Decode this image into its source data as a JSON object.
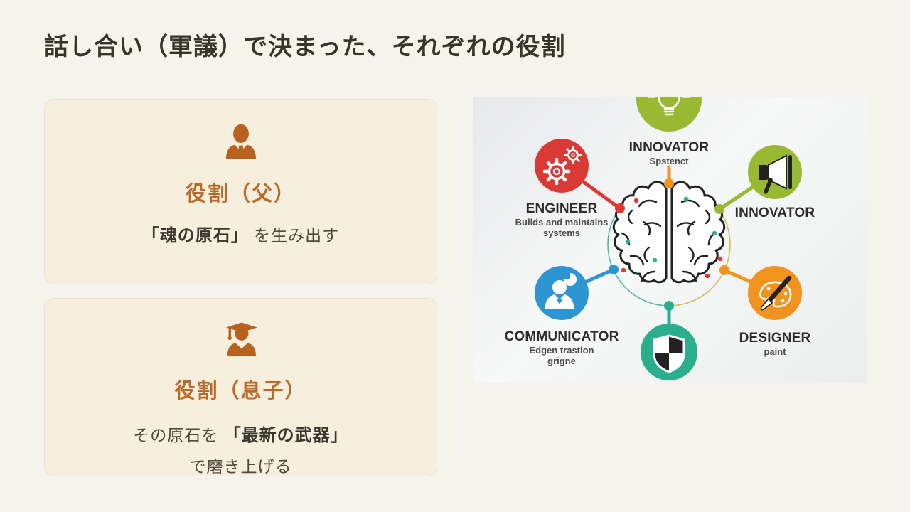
{
  "slide": {
    "title": "話し合い（軍議）で決まった、それぞれの役割"
  },
  "cards": {
    "father": {
      "heading": "役割（父）",
      "body_strong": "「魂の原石」",
      "body_rest": " を生み出す",
      "icon": "user-tie-icon"
    },
    "son": {
      "heading": "役割（息子）",
      "line1_pre": "その原石を ",
      "line1_strong": "「最新の武器」",
      "line2": "で磨き上げる",
      "icon": "graduate-icon"
    }
  },
  "infographic": {
    "top": {
      "label": "INNOVATOR",
      "sublabel": "Spstenct",
      "icon": "lightbulb-icon",
      "color": "#9ab933"
    },
    "engineer": {
      "label": "ENGINEER",
      "sub1": "Builds and maintains",
      "sub2": "systems",
      "icon": "gears-icon",
      "color": "#d93a35"
    },
    "innovator_right": {
      "label": "INNOVATOR",
      "icon": "megaphone-icon",
      "color": "#9ab933"
    },
    "communicator": {
      "label": "COMMUNICATOR",
      "sub1": "Edgen trastion",
      "sub2": "grigne",
      "icon": "support-agent-icon",
      "color": "#2d96d2"
    },
    "shield": {
      "label": "",
      "icon": "shield-icon",
      "color": "#2aae8c"
    },
    "designer": {
      "label": "DESIGNER",
      "sublabel": "paint",
      "icon": "palette-icon",
      "color": "#f0931f"
    },
    "center": {
      "icon": "brain-icon"
    }
  },
  "colors": {
    "page_bg": "#f4f4ed",
    "card_bg": "#f6efde",
    "accent_orange": "#b9621f",
    "heading_orange": "#b96a28",
    "title_text": "#39342a",
    "node_red": "#d93a35",
    "node_green": "#9ab933",
    "node_blue": "#2d96d2",
    "node_teal": "#2aae8c",
    "node_orange": "#f0931f"
  }
}
